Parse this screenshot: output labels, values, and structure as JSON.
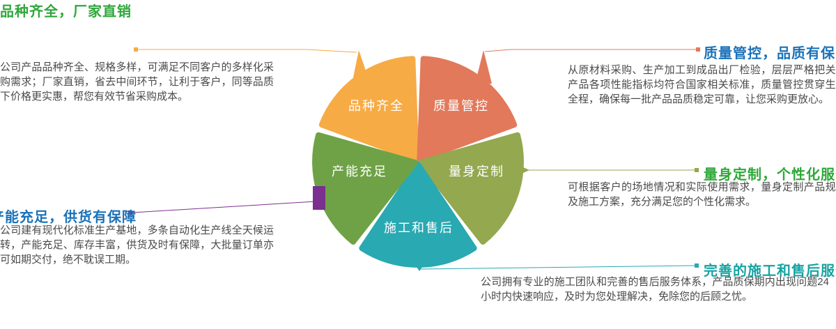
{
  "diagram": {
    "petals": [
      {
        "name": "variety",
        "label": "品种齐全",
        "color": "#F6AB44"
      },
      {
        "name": "quality",
        "label": "质量管控",
        "color": "#E2795B"
      },
      {
        "name": "custom",
        "label": "量身定制",
        "color": "#93A84F"
      },
      {
        "name": "aftersale",
        "label": "施工和售后",
        "color": "#29A9B2"
      },
      {
        "name": "capacity",
        "label": "产能充足",
        "color": "#6FA246"
      }
    ],
    "capacity_tab_color": "#7B2F8E"
  },
  "callouts": {
    "variety": {
      "title": "品种齐全，厂家直销",
      "title_color": "#2EA839",
      "line_color": "#F6AB44",
      "body": "公司产品品种齐全、规格多样，可满足不同客户的多样化采购需求；厂家直销，省去中间环节，让利于客户，同等品质下价格更实惠，帮您有效节省采购成本。"
    },
    "quality": {
      "title": "质量管控，品质有保障",
      "title_color": "#1B72B8",
      "line_color": "#E2795B",
      "body": "从原材料采购、生产加工到成品出厂检验，层层严格把关，产品各项性能指标均符合国家相关标准，质量管控贯穿生产全程，确保每一批产品品质稳定可靠，让您采购更放心。"
    },
    "custom": {
      "title": "量身定制，个性化服务",
      "title_color": "#2EA839",
      "line_color": "#93A84F",
      "body": "可根据客户的场地情况和实际使用需求，量身定制产品规格及施工方案，充分满足您的个性化需求。"
    },
    "capacity": {
      "title": "产能充足，供货有保障",
      "title_color": "#1B72B8",
      "line_color": "#7B2F8E",
      "body": "公司建有现代化标准生产基地，多条自动化生产线全天候运转，产能充足、库存丰富，供货及时有保障，大批量订单亦可如期交付，绝不耽误工期。"
    },
    "aftersale": {
      "title": "完善的施工和售后服务",
      "title_color": "#16A3A3",
      "line_color": "#29A9B2",
      "body": "公司拥有专业的施工团队和完善的售后服务体系，产品质保期内出现问题24小时内快速响应，及时为您处理解决，免除您的后顾之忧。"
    }
  }
}
